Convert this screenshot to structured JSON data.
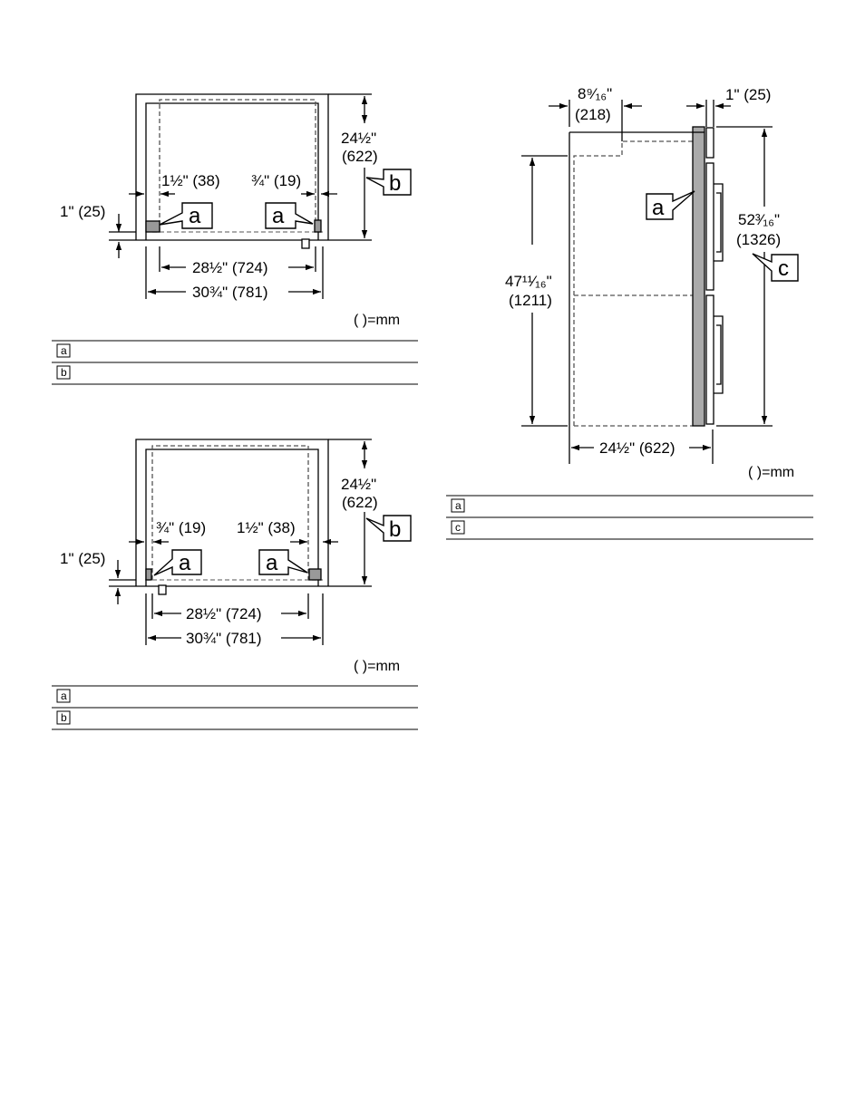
{
  "unit_note": "( )=mm",
  "callouts": {
    "a": "a",
    "b": "b",
    "c": "c"
  },
  "diagram1": {
    "dim_height": [
      "24½\"",
      "(622)"
    ],
    "dim_left_gap": "1½\" (38)",
    "dim_right_gap": "¾\" (19)",
    "dim_side": "1\" (25)",
    "dim_inner_width": "28½\" (724)",
    "dim_outer_width": "30¾\" (781)",
    "legend": [
      {
        "key": "a"
      },
      {
        "key": "b"
      }
    ]
  },
  "diagram2": {
    "dim_height": [
      "24½\"",
      "(622)"
    ],
    "dim_left_gap": "¾\" (19)",
    "dim_right_gap": "1½\" (38)",
    "dim_side": "1\" (25)",
    "dim_inner_width": "28½\" (724)",
    "dim_outer_width": "30¾\" (781)",
    "legend": [
      {
        "key": "a"
      },
      {
        "key": "b"
      }
    ]
  },
  "diagram3": {
    "dim_top_depth": [
      "8⁹⁄₁₆\"",
      "(218)"
    ],
    "dim_door": "1\" (25)",
    "dim_total_height": [
      "52³⁄₁₆\"",
      "(1326)"
    ],
    "dim_inner_height": [
      "47¹¹⁄₁₆\"",
      "(1211)"
    ],
    "dim_depth": "24½\" (622)",
    "legend": [
      {
        "key": "a"
      },
      {
        "key": "c"
      }
    ]
  }
}
